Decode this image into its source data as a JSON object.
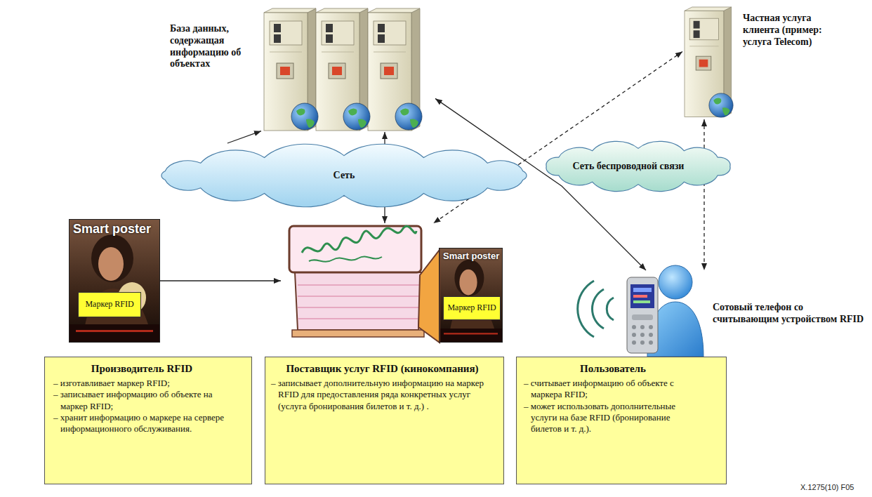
{
  "diagram": {
    "nodes": [
      {
        "text": [
          "База данных, содержащая информацию об объектах"
        ]
      },
      {
        "text": [
          "Частная услуга клиента (пример: услуга Telecom)"
        ]
      },
      {
        "text": [
          "Сеть"
        ]
      },
      {
        "text": [
          "Сеть беспроводной связи"
        ]
      },
      {
        "text": [
          "Smart poster"
        ]
      },
      {
        "text": [
          "Маркер RFID"
        ],
        "in": 4
      },
      {
        "text": []
      },
      {
        "text": [
          "Smart poster"
        ],
        "in": 6
      },
      {
        "text": [
          "Маркер RFID"
        ],
        "in": 7
      },
      {
        "text": [
          "Сотовый телефон со считывающим устройством RFID"
        ]
      },
      {
        "text": [
          "Производитель RFID",
          "– изготавливает маркер RFID;",
          "– записывает информацию об объекте на маркер RFID;",
          "– хранит информацию о маркере на сервере информационного обслуживания."
        ]
      },
      {
        "text": [
          "Поставщик услуг RFID (кинокомпания)",
          "– записывает дополнительную информацию на маркер RFID для предоставления ряда конкретных услуг (услуга бронирования билетов и т. д.) ."
        ]
      },
      {
        "text": [
          "Пользователь",
          "– считывает информацию об объекте с маркера RFID;",
          "– может использовать дополнительные услуги на базе RFID (бронирование билетов и т. д.)."
        ]
      }
    ],
    "edges": [
      {
        "from": 2,
        "to": 0,
        "arrow": "to"
      },
      {
        "from": 4,
        "to": 6,
        "arrow": "to"
      },
      {
        "from": 0,
        "to": 6,
        "arrow": "both"
      },
      {
        "from": 9,
        "to": 0,
        "arrow": "both"
      },
      {
        "from": 1,
        "to": 6,
        "arrow": "both"
      },
      {
        "from": 1,
        "to": 9,
        "arrow": "both"
      }
    ],
    "labels": [
      "X.1275(10) F05"
    ]
  }
}
